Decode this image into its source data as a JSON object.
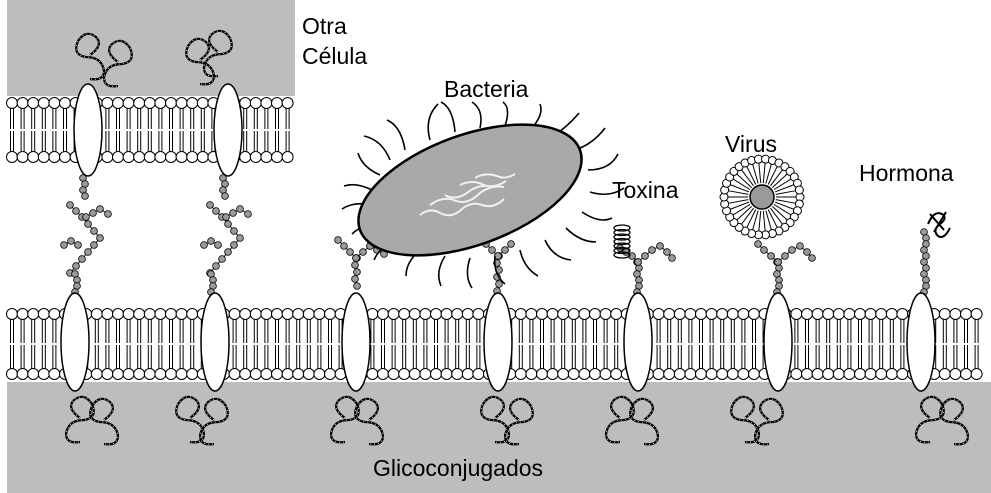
{
  "labels": {
    "other_cell": [
      "Otra",
      "Célula"
    ],
    "bacteria": "Bacteria",
    "virus": "Virus",
    "toxin": "Toxina",
    "hormone": "Hormona",
    "glycoconjugates": "Glicoconjugados"
  },
  "colors": {
    "cytoplasm": "#bdbdbd",
    "bacteria_body": "#a9a9a9",
    "membrane_head": "#ffffff",
    "outline": "#000000",
    "glycan_bead": "#9a9a9a"
  }
}
